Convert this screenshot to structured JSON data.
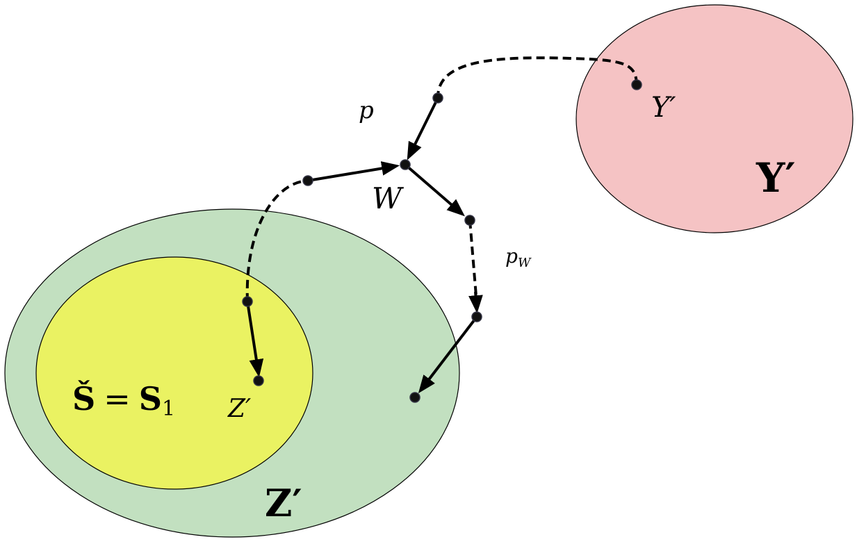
{
  "colors": {
    "set_Z": "#c2e0c0",
    "set_S": "#eaf262",
    "set_Y": "#f5c3c4",
    "stroke": "#000000"
  },
  "labels": {
    "p": "p",
    "pW_main": "p",
    "pW_sub": "W",
    "W": "W",
    "Y_prime_node": "Y′",
    "Y_prime_set": "Y′",
    "Z_prime_node": "Z′",
    "Z_prime_set": "Z′",
    "S_check": "Š",
    "S_eq": "=",
    "S_1": "S",
    "S_1_sub": "1"
  }
}
